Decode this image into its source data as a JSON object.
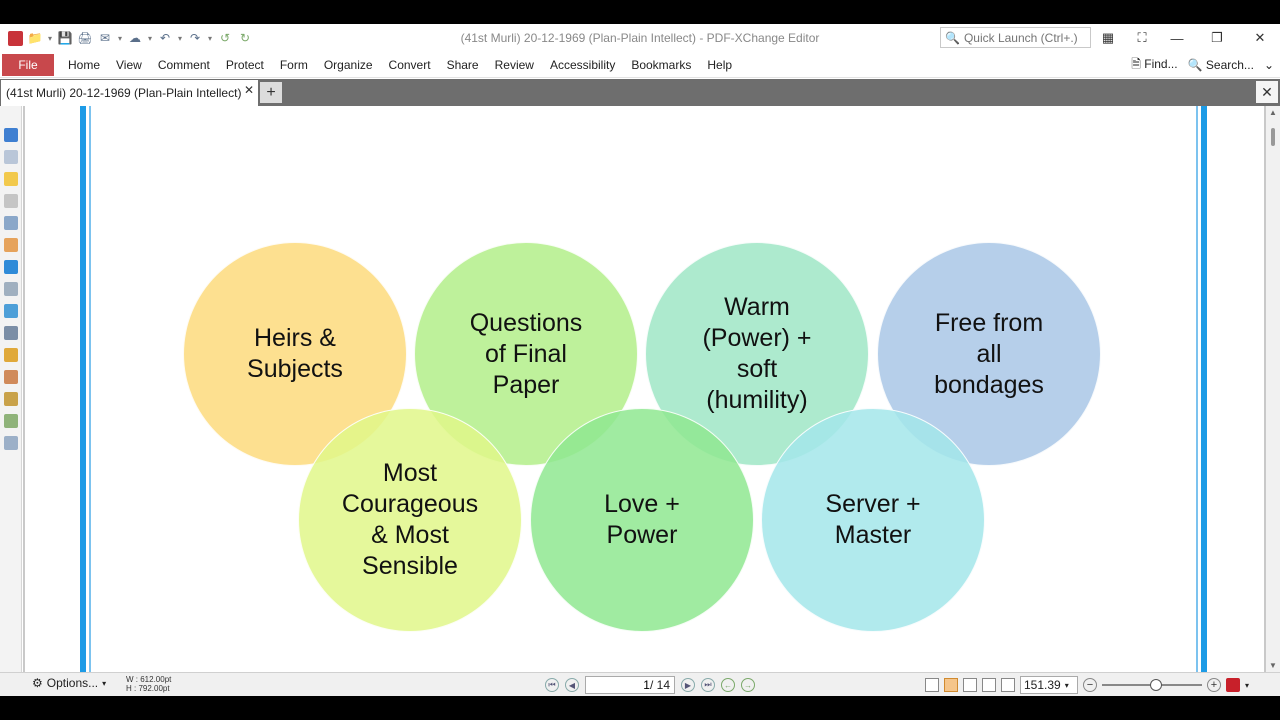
{
  "window": {
    "title": "(41st Murli) 20-12-1969 (Plan-Plain Intellect) - PDF-XChange Editor",
    "quick_launch_placeholder": "Quick Launch (Ctrl+.)"
  },
  "menu": {
    "file": "File",
    "items": [
      "Home",
      "View",
      "Comment",
      "Protect",
      "Form",
      "Organize",
      "Convert",
      "Share",
      "Review",
      "Accessibility",
      "Bookmarks",
      "Help"
    ],
    "find": "Find...",
    "search": "Search..."
  },
  "document_tab": {
    "label": "(41st Murli) 20-12-1969 (Plan-Plain Intellect)"
  },
  "diagram": {
    "circles": [
      {
        "label": "Heirs &\nSubjects",
        "color": "#fddb7c"
      },
      {
        "label": "Questions\nof Final\nPaper",
        "color": "#b3ee8a"
      },
      {
        "label": "Warm\n(Power) +\nsoft\n(humility)",
        "color": "#9fe6c6"
      },
      {
        "label": "Free from\nall\nbondages",
        "color": "#a9c7e6"
      },
      {
        "label": "Most\nCourageous\n& Most\nSensible",
        "color": "#e1f78a"
      },
      {
        "label": "Love +\nPower",
        "color": "#8fe890"
      },
      {
        "label": "Server +\nMaster",
        "color": "#a3e6ea"
      }
    ]
  },
  "status": {
    "options": "Options...",
    "width": "W : 612.00pt",
    "height": "H : 792.00pt",
    "page": "1",
    "total_pages": "/ 14",
    "zoom": "151.39"
  },
  "colors": {
    "file_menu": "#c8484c",
    "page_border": "#1d9be6"
  }
}
